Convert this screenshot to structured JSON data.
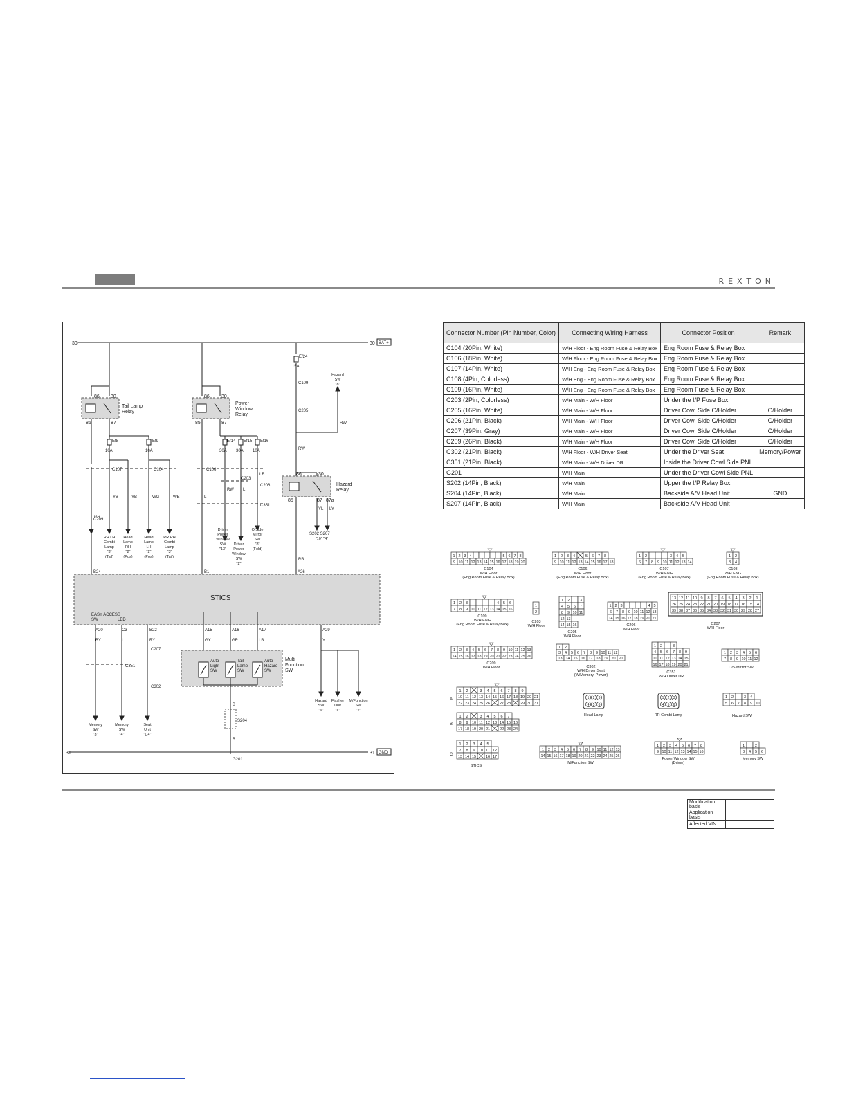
{
  "header": {
    "brand": "REXTON"
  },
  "diagram": {
    "title": "STICS",
    "rails": {
      "top_left": "30",
      "top_right": "30",
      "top_tag": "BAT+",
      "bottom_left": "31",
      "bottom_right": "31",
      "bottom_tag": "GND"
    },
    "relays": {
      "tail": {
        "name1": "Tail Lamp",
        "name2": "Relay",
        "p86": "86",
        "p30": "30",
        "p85": "85",
        "p87": "87"
      },
      "power_window": {
        "name1": "Power",
        "name2": "Window",
        "name3": "Relay",
        "p86": "86",
        "p30": "30",
        "p85": "85",
        "p87": "87"
      },
      "hazard": {
        "name1": "Hazard",
        "name2": "Relay",
        "p86": "86",
        "p30": "30",
        "p85": "85",
        "p87": "87",
        "p87a": "87a"
      }
    },
    "fuses": {
      "ef24": "Ef24",
      "ef24_a": "15A",
      "ef8": "Ef8",
      "ef8_a": "10A",
      "ef9": "Ef9",
      "ef9_a": "10A",
      "ef14": "Ef14",
      "ef14_a": "30A",
      "ef15": "Ef15",
      "ef15_a": "30A",
      "ef16": "Ef16",
      "ef16_a": "10A"
    },
    "wires": {
      "gr": "GR",
      "yb": "YB",
      "wg": "WG",
      "wb": "WB",
      "l": "L",
      "rw": "RW",
      "lb": "LB",
      "rb": "RB",
      "yl": "YL",
      "ly": "LY",
      "by": "BY",
      "ry": "RY",
      "gy": "GY",
      "y": "Y",
      "b": "B"
    },
    "connectors": {
      "c107": "C107",
      "c104": "C104",
      "c106": "C106",
      "c109": "C109",
      "c205": "C205",
      "c203": "C203",
      "c206": "C206",
      "c351": "C351",
      "c209": "C209",
      "c207": "C207",
      "c302": "C302",
      "s204": "S204",
      "g201": "G201",
      "s202_s207": "S202 S207"
    },
    "pins": {
      "p13": "13",
      "p5": "5",
      "p17": "17",
      "p1": "1",
      "p3": "3",
      "p2": "2",
      "p7": "7",
      "p20": "20",
      "p8": "8",
      "p11": "11",
      "p14": "14",
      "p15": "15",
      "p16": "16",
      "p4": "4",
      "p21": "21"
    },
    "stics_pins": {
      "b24": "B24",
      "b1": "B1",
      "a26": "A26",
      "a20": "A20",
      "c3": "C3",
      "b22": "B22",
      "a29": "A29",
      "a15": "A15",
      "a16": "A16",
      "a17": "A17"
    },
    "stics_labels": {
      "easy_access": "EASY  ACCESS",
      "sw": "SW",
      "led": "LED"
    },
    "loads": {
      "rr_lh_1": "RR LH",
      "rr_lh_2": "Combi",
      "rr_lh_3": "Lamp",
      "rr_lh_4": "\"3\"",
      "rr_lh_5": "(Tail)",
      "hl_rh_1": "Head",
      "hl_rh_2": "Lamp",
      "hl_rh_3": "RH",
      "hl_rh_4": "\"2\"",
      "hl_rh_5": "(Pos)",
      "hl_lh_1": "Head",
      "hl_lh_2": "Lamp",
      "hl_lh_3": "LH",
      "hl_lh_4": "\"2\"",
      "hl_lh_5": "(Pos)",
      "rr_rh_1": "RR RH",
      "rr_rh_2": "Combi",
      "rr_rh_3": "Lamp",
      "rr_rh_4": "\"3\"",
      "rr_rh_5": "(Tail)",
      "dpw_1": "Driver",
      "dpw_2": "Power",
      "dpw_3": "Window",
      "dpw_4": "SW",
      "dpw_5": "\"13\"",
      "dpw2_1": "Driver",
      "dpw2_2": "Power",
      "dpw2_3": "Window",
      "dpw2_4": "SW",
      "dpw2_5": "\"2\"",
      "osm_1": "O/Side",
      "osm_2": "Mirror",
      "osm_3": "SW",
      "osm_4": "\"8\"",
      "osm_5": "(Fold)",
      "hz_top_1": "Hazard",
      "hz_top_2": "SW",
      "hz_top_3": "\"8\"",
      "s202_pins": "\"10\"    \"4\"",
      "mem_1": "Memory",
      "mem_2": "SW",
      "mem_3": "\"3\"",
      "mem2_1": "Memory",
      "mem2_2": "SW",
      "mem2_3": "\"4\"",
      "seat_1": "Seat",
      "seat_2": "Unit",
      "seat_3": "\"C4\"",
      "hzsw_1": "Hazard",
      "hzsw_2": "SW",
      "hzsw_3": "\"9\"",
      "flash_1": "Flasher",
      "flash_2": "Unit",
      "flash_3": "\"L\"",
      "mfn_1": "M/Function",
      "mfn_2": "SW",
      "mfn_3": "\"2\""
    },
    "multi_function": {
      "title1": "Multi",
      "title2": "Function",
      "title3": "SW",
      "auto_light": [
        "Auto",
        "Light",
        "SW"
      ],
      "tail_lamp": [
        "Tail",
        "Lamp",
        "SW"
      ],
      "auto_hazard": [
        "Auto",
        "Hazard",
        "SW"
      ]
    }
  },
  "connector_table": {
    "headers": [
      "Connector Number (Pin Number, Color)",
      "Connecting Wiring Harness",
      "Connector Position",
      "Remark"
    ],
    "rows": [
      [
        "C104 (20Pin, White)",
        "W/H Floor - Eng Room Fuse & Relay Box",
        "Eng Room Fuse & Relay Box",
        ""
      ],
      [
        "C106 (18Pin, White)",
        "W/H Floor - Eng Room Fuse & Relay Box",
        "Eng Room Fuse & Relay Box",
        ""
      ],
      [
        "C107 (14Pin, White)",
        "W/H Eng - Eng Room Fuse & Relay Box",
        "Eng Room Fuse & Relay Box",
        ""
      ],
      [
        "C108 (4Pin, Colorless)",
        "W/H Eng - Eng Room Fuse & Relay Box",
        "Eng Room Fuse & Relay Box",
        ""
      ],
      [
        "C109 (16Pin, White)",
        "W/H Eng - Eng Room Fuse & Relay Box",
        "Eng Room Fuse & Relay Box",
        ""
      ],
      [
        "C203 (2Pin, Colorless)",
        "W/H Main - W/H Floor",
        "Under the I/P Fuse Box",
        ""
      ],
      [
        "C205 (16Pin, White)",
        "W/H Main - W/H Floor",
        "Driver Cowl Side C/Holder",
        "C/Holder"
      ],
      [
        "C206 (21Pin, Black)",
        "W/H Main - W/H Floor",
        "Driver Cowl Side C/Holder",
        "C/Holder"
      ],
      [
        "C207 (39Pin, Gray)",
        "W/H Main - W/H Floor",
        "Driver Cowl Side C/Holder",
        "C/Holder"
      ],
      [
        "C209 (26Pin, Black)",
        "W/H Main - W/H Floor",
        "Driver Cowl Side C/Holder",
        "C/Holder"
      ],
      [
        "C302 (21Pin, Black)",
        "W/H Floor - W/H Driver Seat",
        "Under the Driver Seat",
        "Memory/Power"
      ],
      [
        "C351 (21Pin, Black)",
        "W/H Main - W/H Driver DR",
        "Inside the Driver Cowl Side PNL",
        ""
      ],
      [
        "G201",
        "W/H Main",
        "Under the Driver Cowl Side PNL",
        ""
      ],
      [
        "S202 (14Pin, Black)",
        "W/H Main",
        "Upper the I/P Relay Box",
        ""
      ],
      [
        "S204 (14Pin, Black)",
        "W/H Main",
        "Backside A/V Head Unit",
        "GND"
      ],
      [
        "S207 (14Pin, Black)",
        "W/H Main",
        "Backside A/V Head Unit",
        ""
      ]
    ]
  },
  "connector_views": {
    "c104": {
      "name": "C104",
      "sub": "W/H Floor",
      "loc": "(Eng Room Fuse & Relay Box)",
      "row1": [
        "1",
        "2",
        "3",
        "4",
        "",
        "",
        "",
        "",
        "",
        "5",
        "6",
        "7",
        "8"
      ],
      "row2": [
        "9",
        "10",
        "11",
        "12",
        "13",
        "14",
        "15",
        "16",
        "17",
        "18",
        "19",
        "20"
      ]
    },
    "c106": {
      "name": "C106",
      "sub": "W/H Floor",
      "loc": "(Eng Room Fuse & Relay Box)",
      "row1": [
        "1",
        "2",
        "3",
        "4",
        "X",
        "5",
        "6",
        "7",
        "8"
      ],
      "row2": [
        "9",
        "10",
        "11",
        "12",
        "13",
        "14",
        "15",
        "16",
        "17",
        "18"
      ]
    },
    "c107": {
      "name": "C107",
      "sub": "W/H ENG",
      "loc": "(Eng Room Fuse & Relay Box)",
      "row1": [
        "1",
        "2",
        "",
        "",
        "",
        "3",
        "4",
        "5"
      ],
      "row2": [
        "6",
        "7",
        "8",
        "9",
        "10",
        "11",
        "12",
        "13",
        "14"
      ]
    },
    "c108": {
      "name": "C108",
      "sub": "W/H ENG",
      "loc": "(Eng Room Fuse & Relay Box)",
      "row1": [
        "1",
        "2"
      ],
      "row2": [
        "3",
        "4"
      ]
    },
    "c109": {
      "name": "C109",
      "sub": "W/H ENG",
      "loc": "(Eng Room Fuse & Relay Box)",
      "row1": [
        "1",
        "2",
        "3",
        "",
        "",
        "",
        "",
        "4",
        "5",
        "6"
      ],
      "row2": [
        "7",
        "8",
        "9",
        "10",
        "11",
        "12",
        "13",
        "14",
        "15",
        "16"
      ]
    },
    "c203": {
      "name": "C203",
      "sub": "W/H Floor",
      "cells": [
        "1",
        "2"
      ]
    },
    "c205": {
      "name": "C205",
      "sub": "W/H Floor",
      "rows": [
        [
          "1",
          "2",
          "",
          "3"
        ],
        [
          "4",
          "5",
          "6",
          "7"
        ],
        [
          "8",
          "9",
          "10",
          "11"
        ],
        [
          "12",
          "13"
        ],
        [
          "14",
          "15",
          "16"
        ]
      ]
    },
    "c206": {
      "name": "C206",
      "sub": "W/H Floor",
      "row1": [
        "1",
        "2",
        "3",
        "",
        "",
        "",
        "",
        "4",
        "5"
      ],
      "row2": [
        "6",
        "7",
        "8",
        "9",
        "10",
        "11",
        "12",
        "13"
      ],
      "row3": [
        "14",
        "15",
        "16",
        "17",
        "18",
        "19",
        "20",
        "21"
      ]
    },
    "c207": {
      "name": "C207",
      "sub": "W/H Floor",
      "row1": [
        "13",
        "12",
        "11",
        "10",
        "9",
        "8",
        "7",
        "6",
        "5",
        "4",
        "3",
        "2",
        "1"
      ],
      "row2": [
        "26",
        "25",
        "24",
        "23",
        "22",
        "21",
        "20",
        "19",
        "18",
        "17",
        "16",
        "15",
        "14"
      ],
      "row3": [
        "39",
        "38",
        "37",
        "36",
        "35",
        "34",
        "33",
        "32",
        "31",
        "30",
        "29",
        "28",
        "27"
      ]
    },
    "c209": {
      "name": "C209",
      "sub": "W/H Floor",
      "row1": [
        "1",
        "2",
        "3",
        "4",
        "5",
        "6",
        "7",
        "8",
        "9",
        "10",
        "11",
        "12",
        "13"
      ],
      "row2": [
        "14",
        "15",
        "16",
        "17",
        "18",
        "19",
        "20",
        "21",
        "22",
        "23",
        "24",
        "25",
        "26"
      ]
    },
    "c302": {
      "name": "C302",
      "sub": "W/H Driver Seat",
      "loc": "(W/Memory, Power)",
      "row1": [
        "1",
        "2"
      ],
      "row2": [
        "3",
        "4",
        "5",
        "6",
        "7",
        "8",
        "9",
        "10",
        "11",
        "12"
      ],
      "row3": [
        "13",
        "14",
        "15",
        "16",
        "17",
        "18",
        "19",
        "20",
        "21"
      ]
    },
    "c351": {
      "name": "C351",
      "sub": "W/H Driver DR",
      "rows": [
        [
          "1",
          "2",
          "",
          "3"
        ],
        [
          "4",
          "5",
          "6",
          "7",
          "8",
          "9"
        ],
        [
          "10",
          "11",
          "12",
          "13",
          "14",
          "15"
        ],
        [
          "16",
          "17",
          "18",
          "19",
          "20",
          "21"
        ]
      ]
    },
    "os_mirror": {
      "name": "O/S Mirror SW",
      "row1": [
        "1",
        "2",
        "3",
        "4",
        "5",
        "6"
      ],
      "row2": [
        "7",
        "8",
        "9",
        "10",
        "11",
        "12"
      ]
    },
    "stics": {
      "name": "STICS",
      "a_label": "A",
      "b_label": "B",
      "c_label": "C",
      "a_row1": [
        "1",
        "2",
        "X",
        "3",
        "4",
        "5",
        "6",
        "7",
        "8",
        "9"
      ],
      "a_row2": [
        "10",
        "11",
        "12",
        "13",
        "14",
        "15",
        "16",
        "17",
        "18",
        "19",
        "20",
        "21"
      ],
      "a_row3": [
        "22",
        "23",
        "24",
        "25",
        "26",
        "X",
        "27",
        "28",
        "X",
        "29",
        "30",
        "31"
      ],
      "b_row1": [
        "1",
        "2",
        "X",
        "3",
        "4",
        "5",
        "6",
        "7"
      ],
      "b_row2": [
        "8",
        "9",
        "10",
        "11",
        "12",
        "13",
        "14",
        "15",
        "16"
      ],
      "b_row3": [
        "17",
        "18",
        "19",
        "20",
        "21",
        "X",
        "22",
        "23",
        "24"
      ],
      "c_row1": [
        "1",
        "2",
        "3",
        "4",
        "5"
      ],
      "c_row2": [
        "7",
        "8",
        "9",
        "10",
        "11",
        "12"
      ],
      "c_row3": [
        "13",
        "14",
        "15",
        "X",
        "16",
        "17"
      ]
    },
    "head_lamp": {
      "name": "Head Lamp",
      "row1": [
        "1",
        "2",
        "3"
      ],
      "row2": [
        "4",
        "5",
        "6"
      ]
    },
    "rr_combi": {
      "name": "RR Combi Lamp",
      "row1": [
        "1",
        "2",
        "3"
      ],
      "row2": [
        "4",
        "5",
        "6"
      ]
    },
    "hazard_sw": {
      "name": "Hazard SW",
      "row1": [
        "1",
        "2",
        "",
        "3",
        "4"
      ],
      "row2": [
        "5",
        "6",
        "7",
        "8",
        "9",
        "10"
      ]
    },
    "mfunction": {
      "name": "M/Function SW",
      "row1": [
        "1",
        "2",
        "3",
        "4",
        "5",
        "6",
        "7",
        "8",
        "9",
        "10",
        "11",
        "12",
        "13"
      ],
      "row2": [
        "14",
        "15",
        "16",
        "17",
        "18",
        "19",
        "20",
        "21",
        "22",
        "23",
        "24",
        "25",
        "26"
      ]
    },
    "pw_sw": {
      "name": "Power Window SW",
      "sub": "(Driver)",
      "row1": [
        "1",
        "2",
        "3",
        "4",
        "5",
        "6",
        "7",
        "8"
      ],
      "row2": [
        "9",
        "10",
        "11",
        "12",
        "13",
        "14",
        "15",
        "16"
      ]
    },
    "memory_sw": {
      "name": "Memory SW",
      "row1": [
        "1",
        "",
        "2"
      ],
      "row2": [
        "3",
        "4",
        "5",
        "6"
      ]
    }
  },
  "modification_table": {
    "rows": [
      [
        "Modification basis",
        ""
      ],
      [
        "Application basis",
        ""
      ],
      [
        "Affected VIN",
        ""
      ]
    ]
  }
}
